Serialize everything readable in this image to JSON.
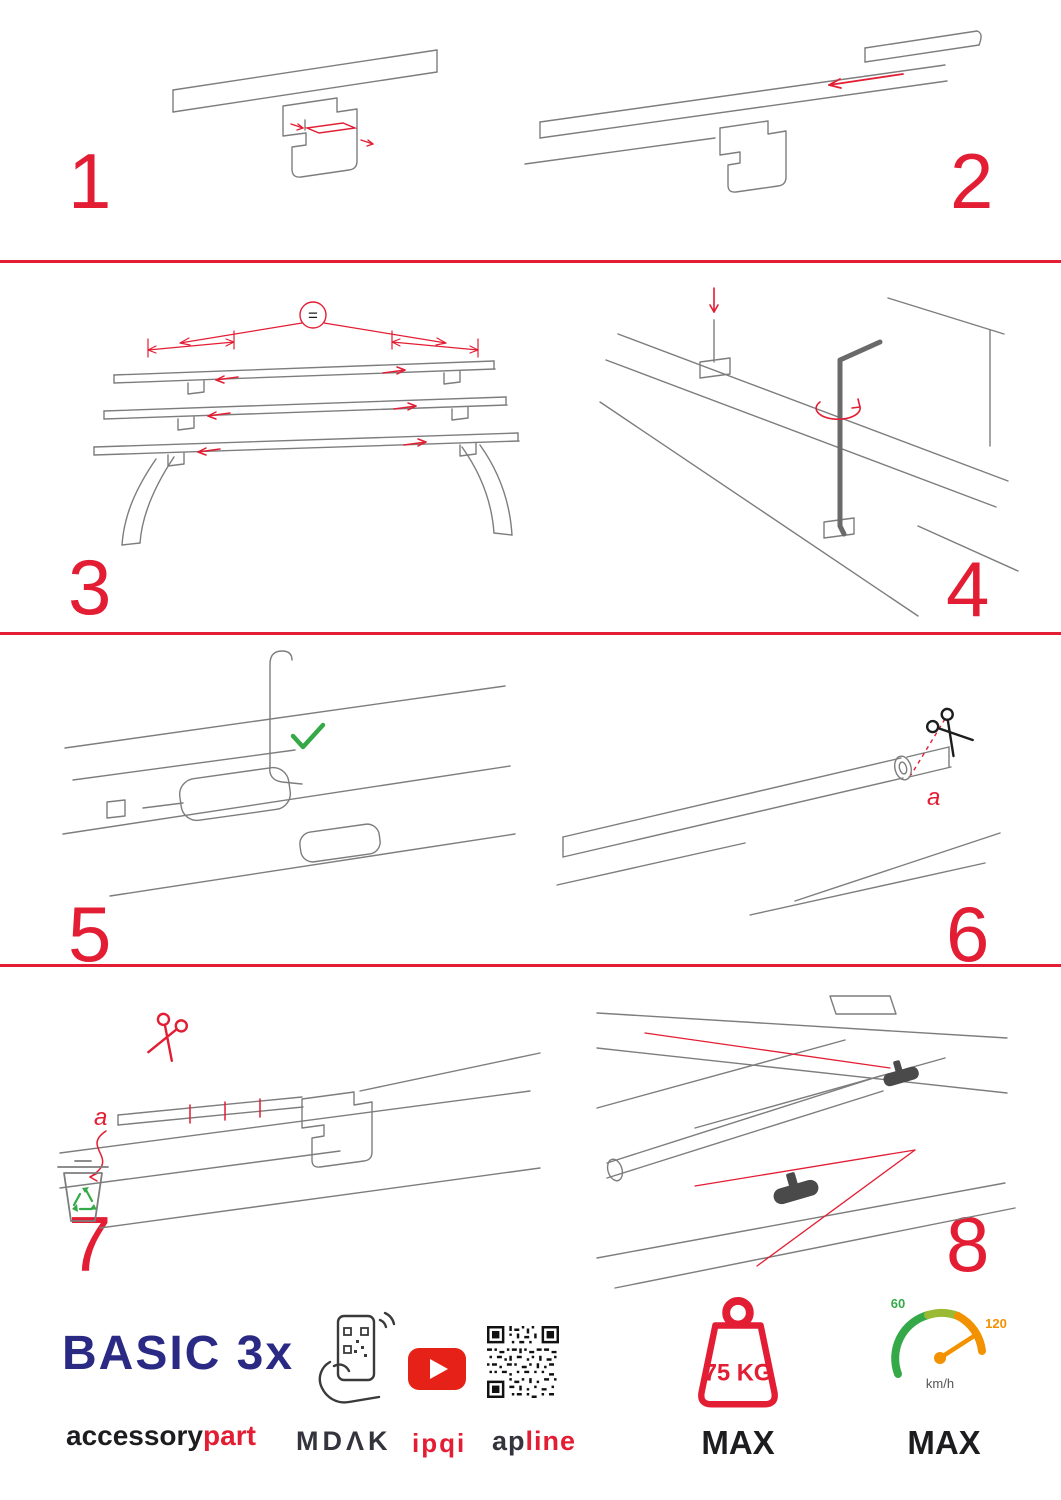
{
  "page": {
    "background": "#ffffff",
    "accent_red": "#e31d33",
    "brand_blue": "#2a2a85",
    "green": "#35a947",
    "orange": "#f39200"
  },
  "steps": [
    {
      "number": "1"
    },
    {
      "number": "2"
    },
    {
      "number": "3"
    },
    {
      "number": "4"
    },
    {
      "number": "5"
    },
    {
      "number": "6"
    },
    {
      "number": "7"
    },
    {
      "number": "8"
    }
  ],
  "annotations": {
    "equal_sign": "=",
    "cut_label_step6": "a",
    "cut_label_step7": "a"
  },
  "footer": {
    "brand": {
      "title": "BASIC 3x",
      "subtitle_black": "accessory",
      "subtitle_red": "part"
    },
    "partners": {
      "mdak": "MDΛK",
      "ipqi": "ipqi",
      "apline_black": "ap",
      "apline_red": "line"
    },
    "weight": {
      "value": "75 KG",
      "max_label": "MAX"
    },
    "speed": {
      "low": "60",
      "high": "120",
      "unit": "km/h",
      "max_label": "MAX"
    }
  }
}
